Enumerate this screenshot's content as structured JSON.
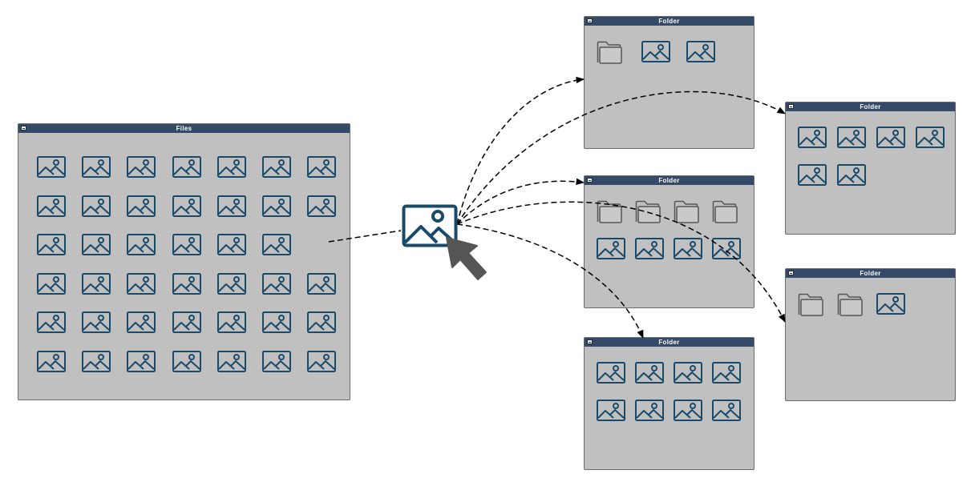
{
  "files_window": {
    "title": "Files",
    "rows": [
      7,
      7,
      6,
      7,
      7,
      7
    ]
  },
  "folder_windows": [
    {
      "title": "Folder",
      "rows": [
        [
          "folder",
          "image",
          "image"
        ]
      ]
    },
    {
      "title": "Folder",
      "rows": [
        [
          "image",
          "image",
          "image",
          "image"
        ],
        [
          "image",
          "image"
        ]
      ]
    },
    {
      "title": "Folder",
      "rows": [
        [
          "folder",
          "folder",
          "folder",
          "folder"
        ],
        [
          "image",
          "image",
          "image",
          "image"
        ]
      ]
    },
    {
      "title": "Folder",
      "rows": [
        [
          "folder",
          "folder",
          "image"
        ]
      ]
    },
    {
      "title": "Folder",
      "rows": [
        [
          "image",
          "image",
          "image",
          "image"
        ],
        [
          "image",
          "image",
          "image",
          "image"
        ]
      ]
    }
  ],
  "dragged_item": {
    "icon": "image-icon",
    "cursor": "arrow-cursor-icon"
  },
  "colors": {
    "window_bg": "#c0c0c0",
    "titlebar": "#354a68",
    "icon": "#1a4a6a",
    "folder_icon": "#555555",
    "cursor": "#555555",
    "arrow": "#000000"
  }
}
